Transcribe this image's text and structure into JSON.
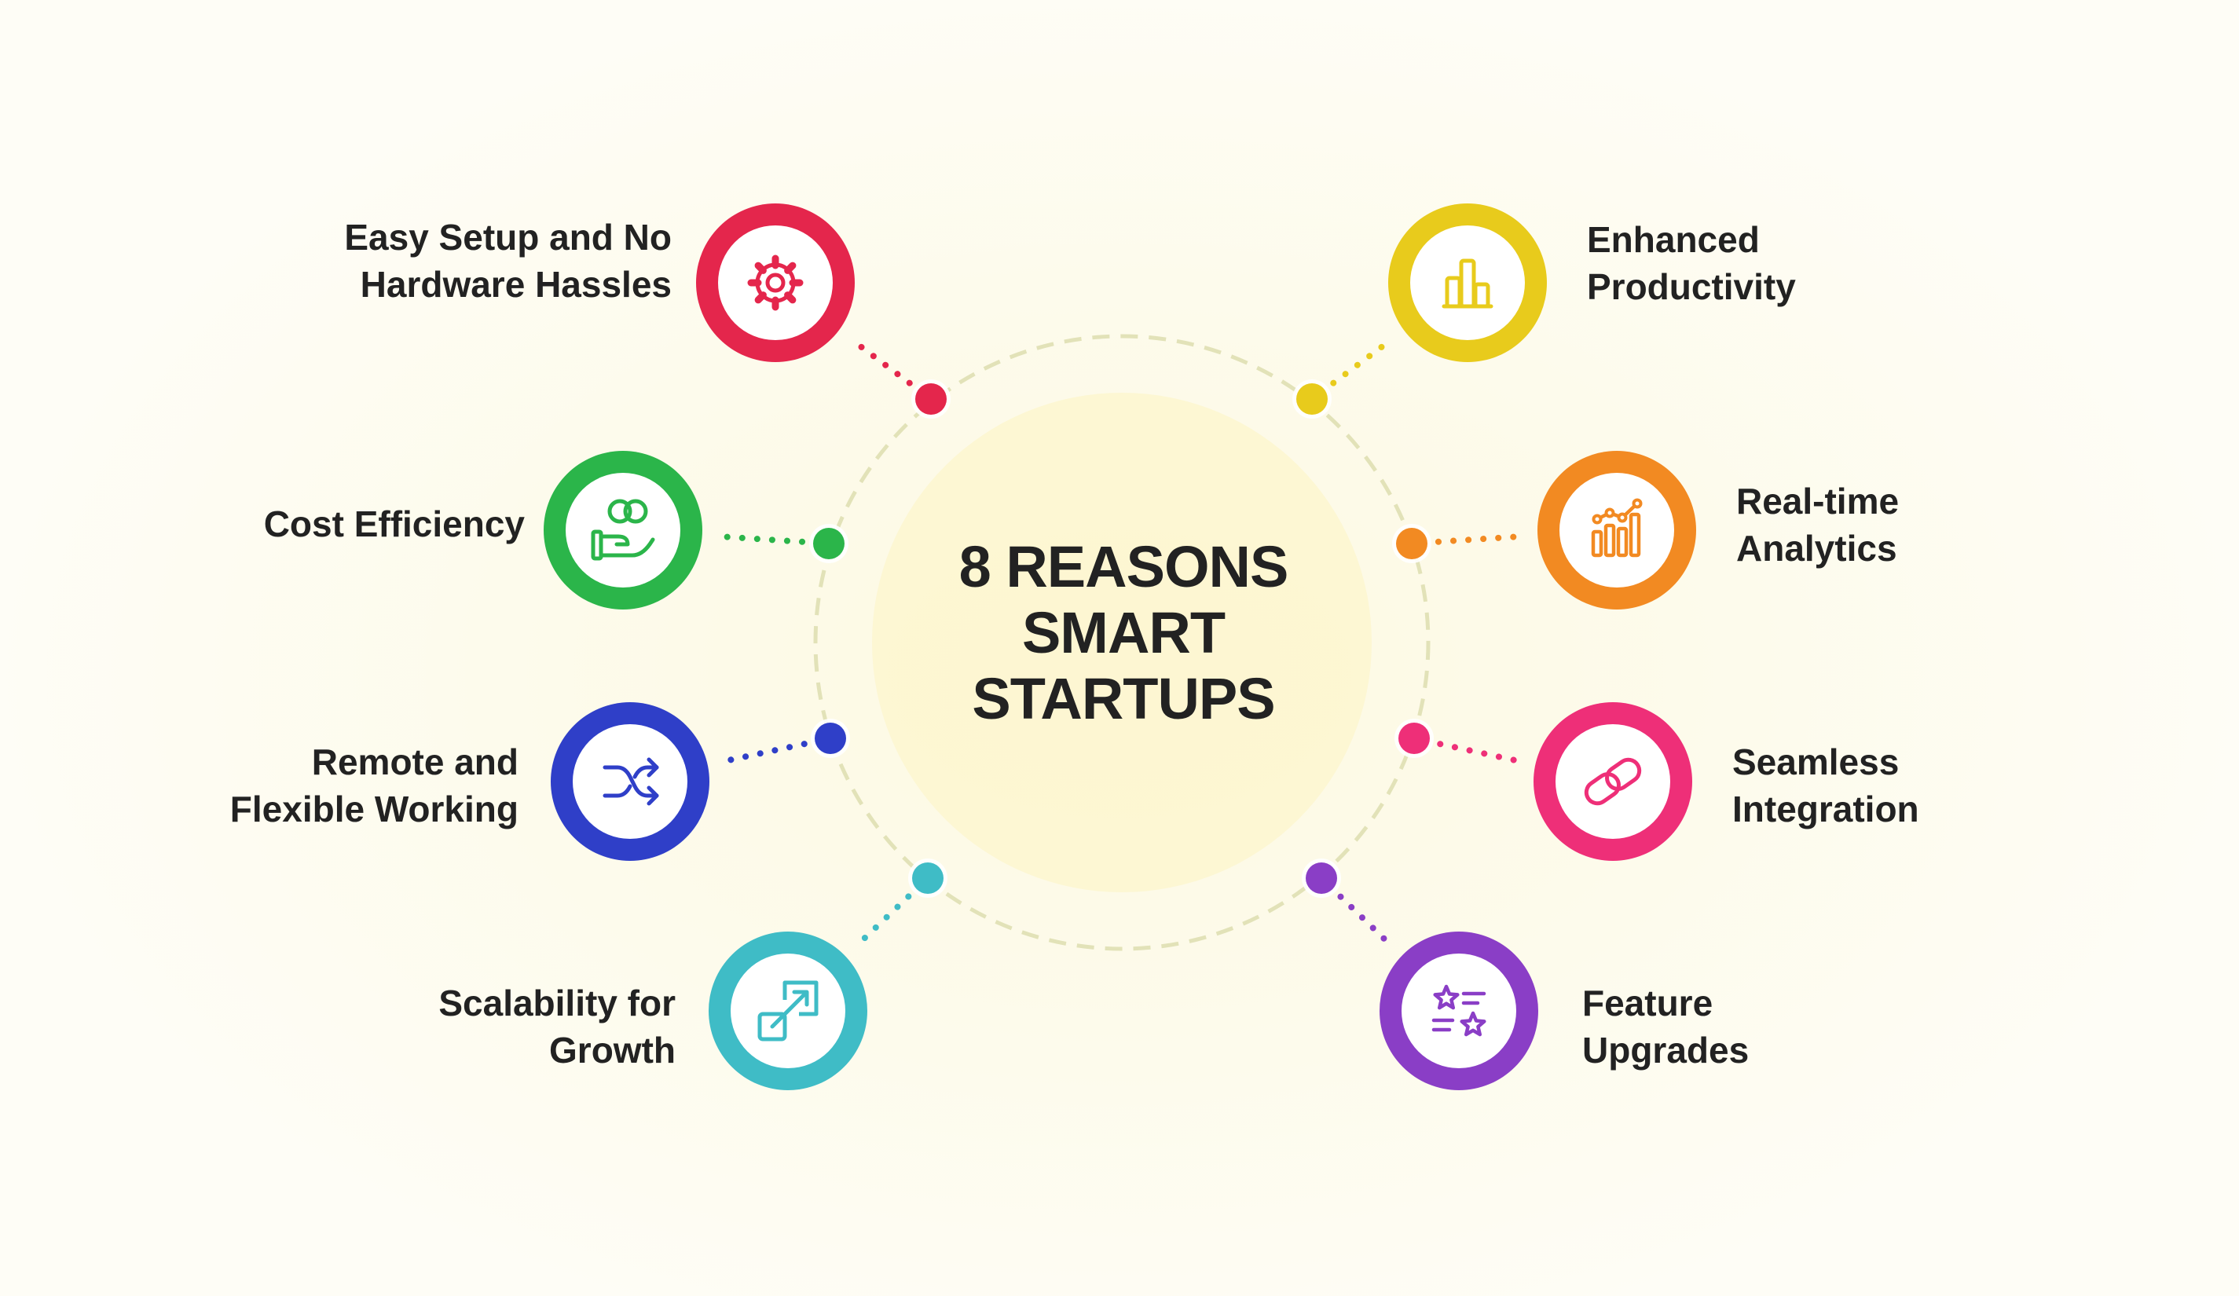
{
  "title": {
    "line1": "8 REASONS",
    "line2": "SMART",
    "line3": "STARTUPS"
  },
  "reasons": [
    {
      "lines": [
        "Easy Setup and No",
        "Hardware Hassles"
      ],
      "icon": "gear-icon",
      "color": "#e4264c"
    },
    {
      "lines": [
        "Cost Efficiency"
      ],
      "icon": "hand-coins-icon",
      "color": "#2bb54a"
    },
    {
      "lines": [
        "Remote and",
        "Flexible Working"
      ],
      "icon": "shuffle-icon",
      "color": "#2f3fc8"
    },
    {
      "lines": [
        "Scalability for",
        "Growth"
      ],
      "icon": "expand-arrows-icon",
      "color": "#3fbcc6"
    },
    {
      "lines": [
        "Enhanced",
        "Productivity"
      ],
      "icon": "bar-chart-icon",
      "color": "#e8cb1c"
    },
    {
      "lines": [
        "Real-time",
        "Analytics"
      ],
      "icon": "analytics-chart-icon",
      "color": "#f28a22"
    },
    {
      "lines": [
        "Seamless",
        "Integration"
      ],
      "icon": "link-icon",
      "color": "#ee2f78"
    },
    {
      "lines": [
        "Feature",
        "Upgrades"
      ],
      "icon": "stars-list-icon",
      "color": "#8a3ec6"
    }
  ],
  "colors": {
    "text": "#222222",
    "ring_dash": "#e2e2b8",
    "center_fill": "#fdf6cf"
  }
}
